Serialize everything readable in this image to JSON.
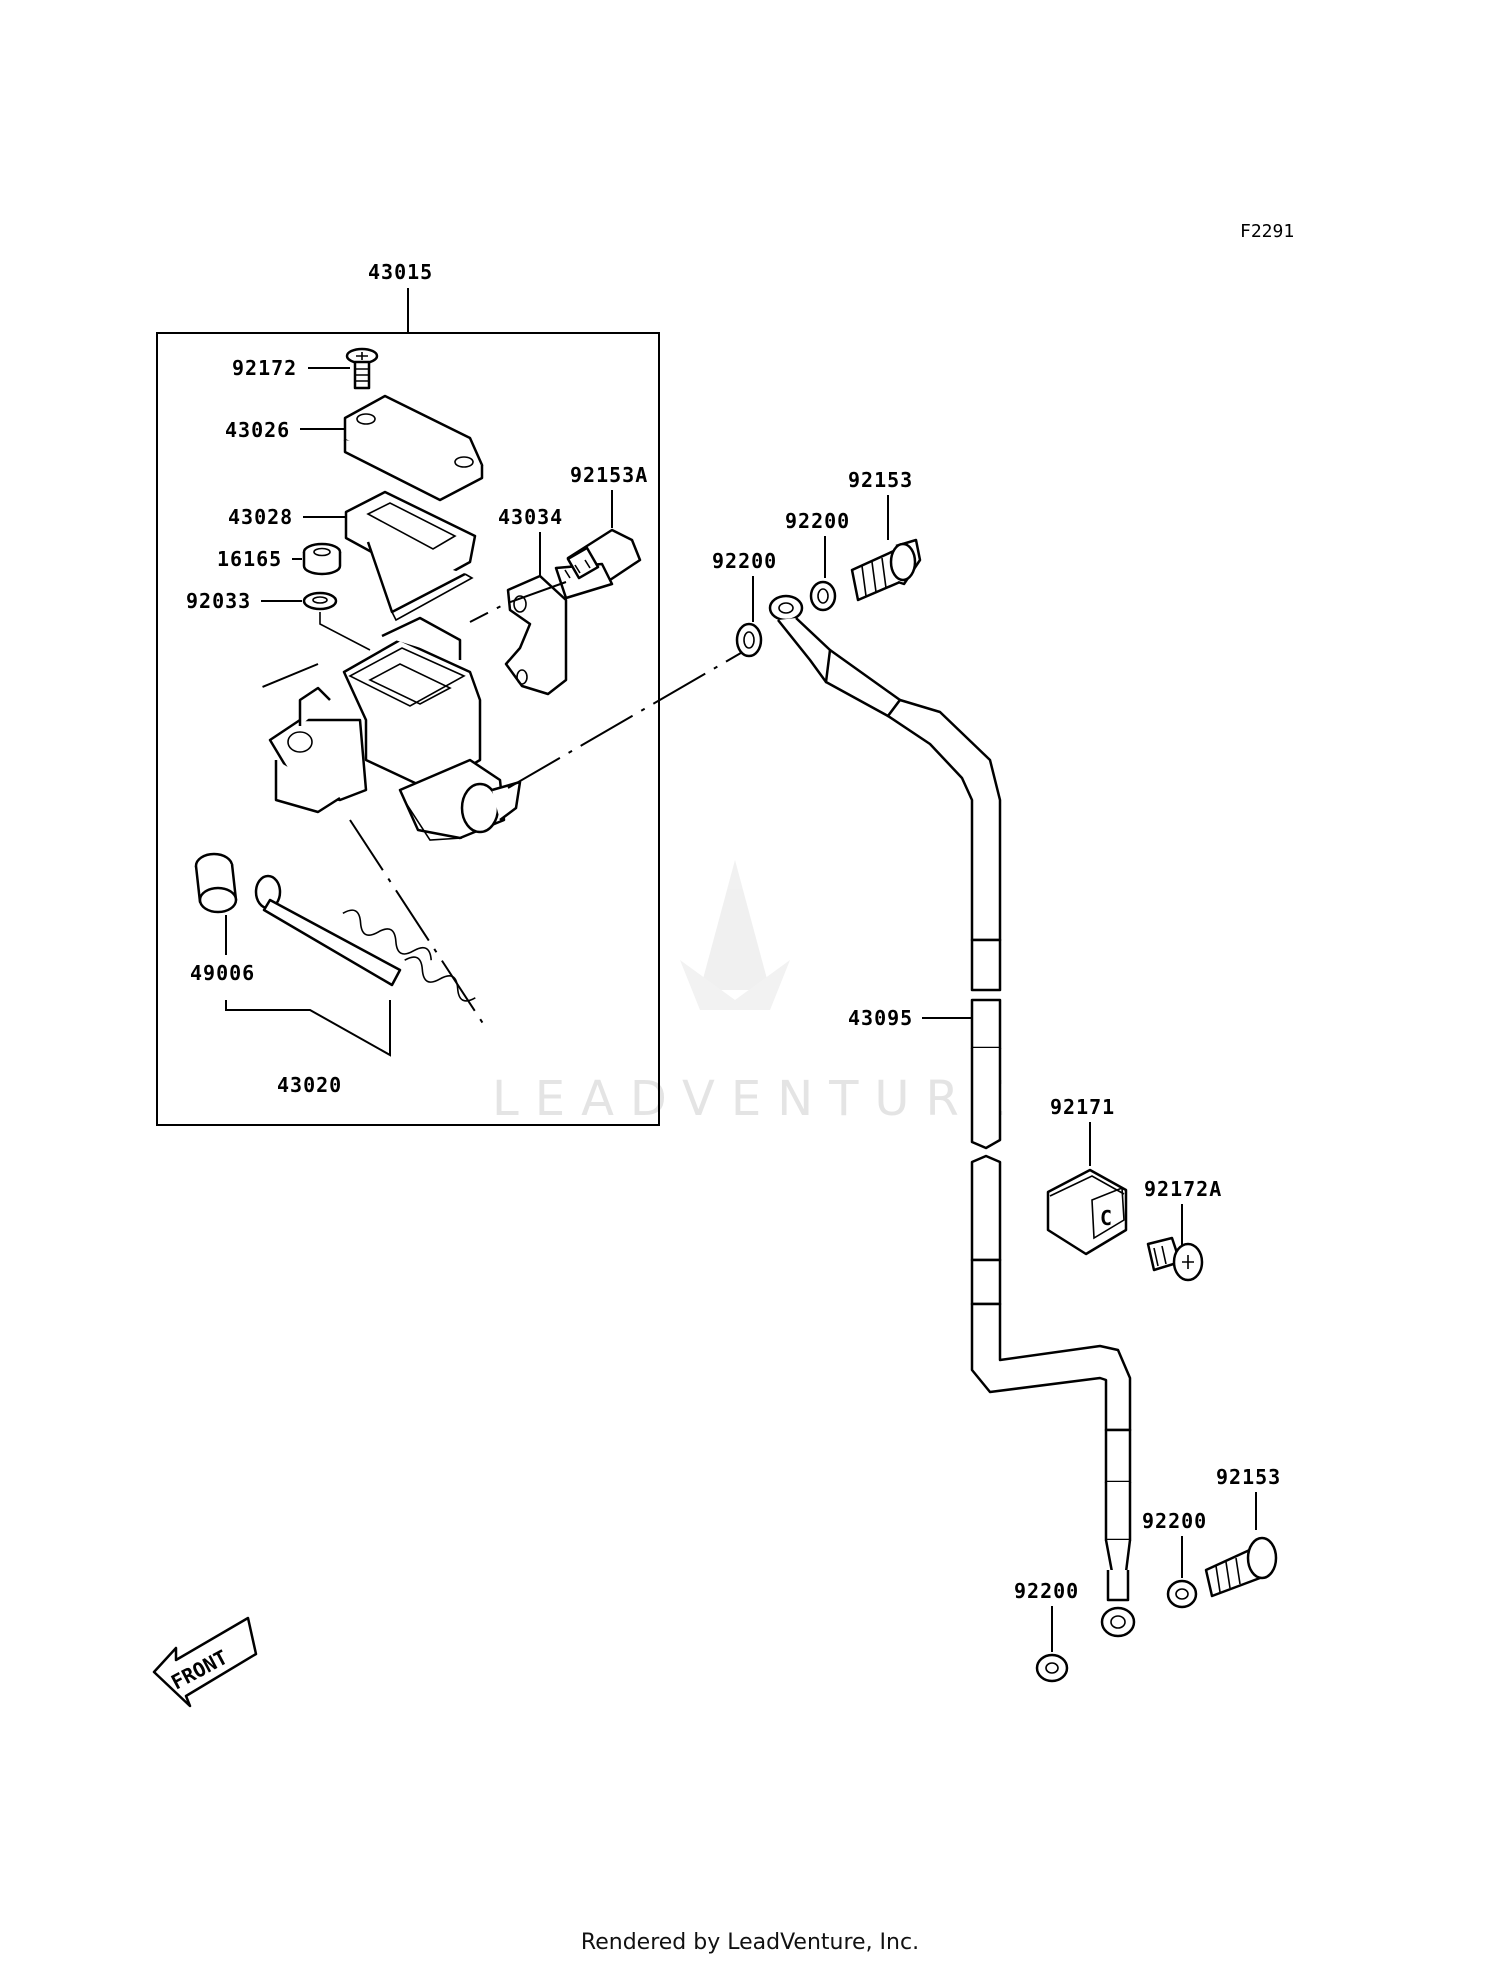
{
  "figure_code": "F2291",
  "watermark": "LEADVENTURE",
  "front_label": "FRONT",
  "footer": "Rendered by LeadVenture, Inc.",
  "labels": {
    "p43015": "43015",
    "p92172": "92172",
    "p43026": "43026",
    "p43028": "43028",
    "p16165": "16165",
    "p92033": "92033",
    "p43034": "43034",
    "p92153A": "92153A",
    "p49006": "49006",
    "p43020": "43020",
    "p92200a": "92200",
    "p92200b": "92200",
    "p92153a": "92153",
    "p43095": "43095",
    "p92171": "92171",
    "p92172A": "92172A",
    "p92153b": "92153",
    "p92200c": "92200",
    "p92200d": "92200"
  }
}
